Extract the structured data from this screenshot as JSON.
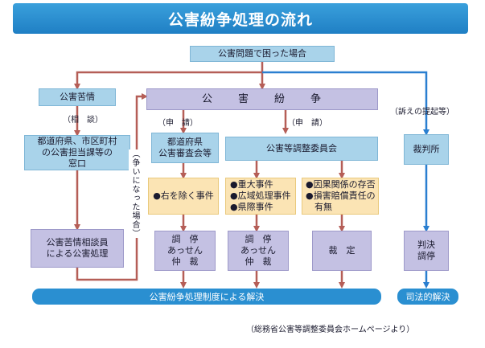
{
  "title": "公害紛争処理の流れ",
  "start_box": "公害問題で困った場合",
  "complaint": {
    "heading": "公害苦情",
    "consult_label": "（相　談）",
    "window_box": [
      "都道府県、市区町村",
      "の公害担当課等の",
      "窓口"
    ],
    "counselor_box": [
      "公害苦情相談員",
      "による公害処理"
    ],
    "dispute_side_label": "（争いになった場合）"
  },
  "dispute": {
    "heading": "公　　害　　紛　　争",
    "apply_label_left": "（申　請）",
    "apply_label_right": "（申　請）",
    "prefecture_box": [
      "都道府県",
      "公害審査会等"
    ],
    "commission_box": "公害等調整委員会",
    "cases_left": [
      "●右を除く事件"
    ],
    "cases_middle": [
      "●重大事件",
      "●広域処理事件",
      "●県際事件"
    ],
    "cases_right": [
      "●因果関係の存否",
      "●損害賠償責任の",
      "　有無"
    ],
    "proc_left": [
      "調　停",
      "あっせん",
      "仲　裁"
    ],
    "proc_middle": [
      "調　停",
      "あっせん",
      "仲　裁"
    ],
    "proc_right": "裁　定"
  },
  "court": {
    "lawsuit_label": "（訴えの提起等）",
    "court_box": "裁判所",
    "judgment_box": [
      "判決",
      "調停"
    ],
    "resolution": "司法的解決"
  },
  "system_resolution": "公害紛争処理制度による解決",
  "source_note": "（総務省公害等調整委員会ホームページより）",
  "colors": {
    "title_bg": "#2a8fd1",
    "blue_box": "#a9d3ea",
    "purple_box": "#c4c1e3",
    "yellow_box": "#fbe4b4",
    "flow_arrow": "#b55e57",
    "court_arrow": "#2a7fd0"
  }
}
